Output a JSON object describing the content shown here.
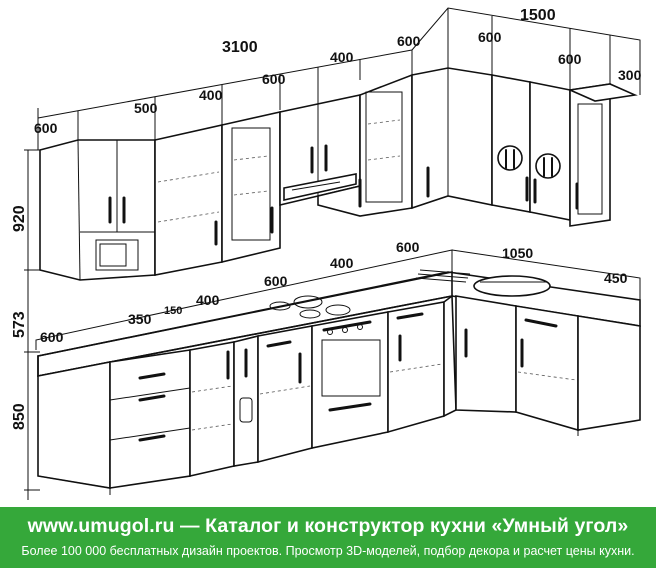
{
  "dimensions": {
    "upper_total_left": "3100",
    "upper_total_right": "1500",
    "upper_modules_left": [
      "600",
      "500",
      "400",
      "600",
      "400",
      "600"
    ],
    "upper_modules_right": [
      "600",
      "600",
      "300"
    ],
    "height_upper": "920",
    "height_gap": "573",
    "height_lower": "850",
    "lower_modules_left": [
      "600",
      "350",
      "150",
      "400",
      "600",
      "400",
      "600"
    ],
    "lower_modules_right": [
      "1050",
      "450"
    ]
  },
  "banner": {
    "title": "www.umugol.ru — Каталог и конструктор кухни «Умный угол»",
    "subtitle": "Более 100 000 бесплатных дизайн проектов. Просмотр 3D-моделей, подбор декора и расчет цены кухни."
  },
  "colors": {
    "banner": "#35a83a",
    "line": "#111111"
  }
}
